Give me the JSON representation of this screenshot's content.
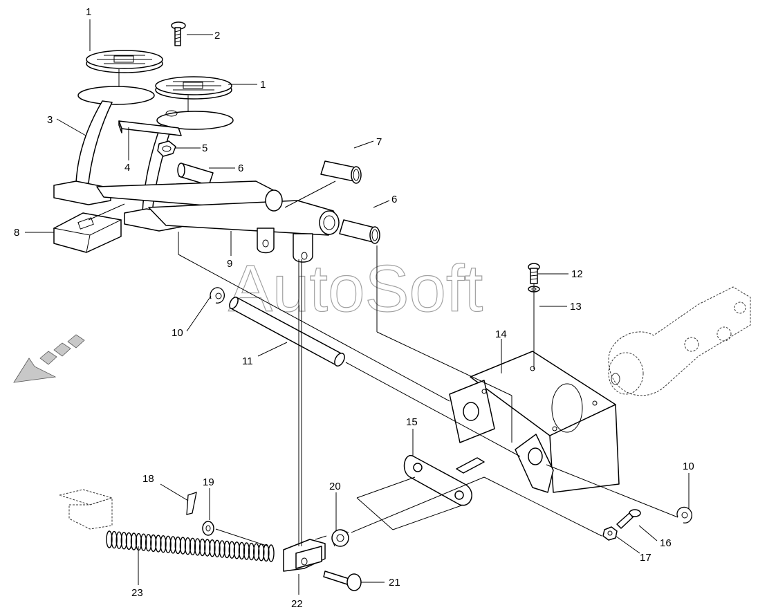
{
  "watermark": "AutoSoft",
  "callouts": {
    "c1a": "1",
    "c1b": "1",
    "c2": "2",
    "c3": "3",
    "c4": "4",
    "c5": "5",
    "c6a": "6",
    "c6b": "6",
    "c7": "7",
    "c8": "8",
    "c9": "9",
    "c10a": "10",
    "c10b": "10",
    "c11": "11",
    "c12": "12",
    "c13": "13",
    "c14": "14",
    "c15": "15",
    "c16": "16",
    "c17": "17",
    "c18": "18",
    "c19": "19",
    "c20": "20",
    "c21": "21",
    "c22": "22",
    "c23": "23"
  },
  "colors": {
    "line": "#000000",
    "watermark": "#555555",
    "arrow": "#c8c8c8"
  }
}
